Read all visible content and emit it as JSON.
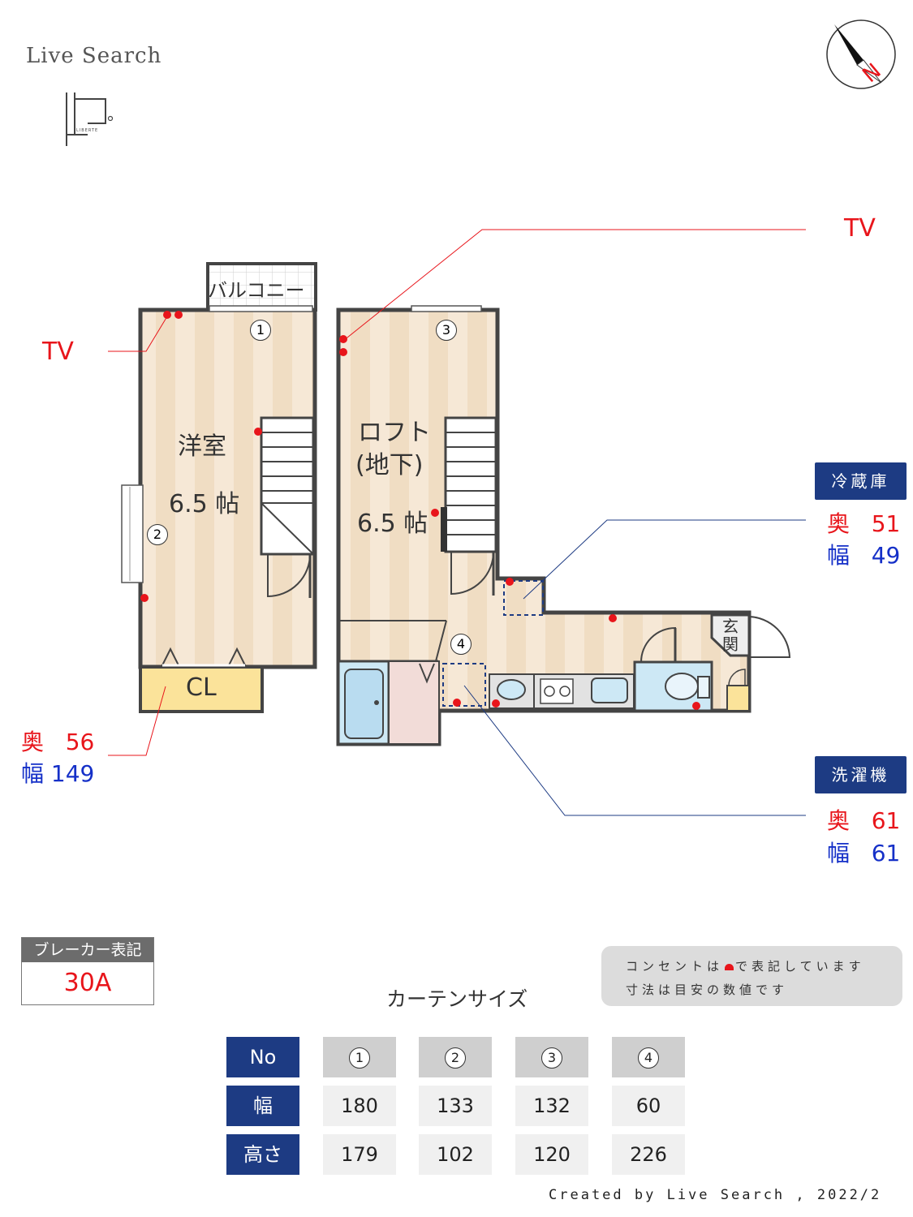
{
  "brand": {
    "name": "Live Search",
    "logo_text": "LIBERTE"
  },
  "compass": {
    "label": "N"
  },
  "rooms": {
    "balcony": "バルコニー",
    "western_name": "洋室",
    "western_size": "6.5 帖",
    "loft_name_1": "ロフト",
    "loft_name_2": "(地下)",
    "loft_size": "6.5 帖",
    "closet": "CL",
    "entrance": "玄関"
  },
  "window_marks": [
    "1",
    "2",
    "3",
    "4"
  ],
  "tv_labels": {
    "left": "TV",
    "right": "TV"
  },
  "closet_dims": {
    "depth_label": "奥",
    "depth": "56",
    "width_label": "幅",
    "width": "149"
  },
  "fridge": {
    "title": "冷蔵庫",
    "depth_label": "奥",
    "depth": "51",
    "width_label": "幅",
    "width": "49"
  },
  "washer": {
    "title": "洗濯機",
    "depth_label": "奥",
    "depth": "61",
    "width_label": "幅",
    "width": "61"
  },
  "breaker": {
    "title": "ブレーカー表記",
    "value": "30A"
  },
  "note": {
    "line1_a": "コンセントは",
    "line1_b": "で表記しています",
    "line2": "寸法は目安の数値です"
  },
  "curtain": {
    "title": "カーテンサイズ",
    "row_headers": [
      "No",
      "幅",
      "高さ"
    ],
    "numbers": [
      "1",
      "2",
      "3",
      "4"
    ],
    "widths": [
      "180",
      "133",
      "132",
      "60"
    ],
    "heights": [
      "179",
      "102",
      "120",
      "226"
    ]
  },
  "credit": "Created by Live Search , 2022/2",
  "colors": {
    "outlet": "#e8151b",
    "header": "#1d3b83",
    "floor": "#f1dfc6",
    "closet": "#fbe39a",
    "water": "#cde8f5"
  }
}
